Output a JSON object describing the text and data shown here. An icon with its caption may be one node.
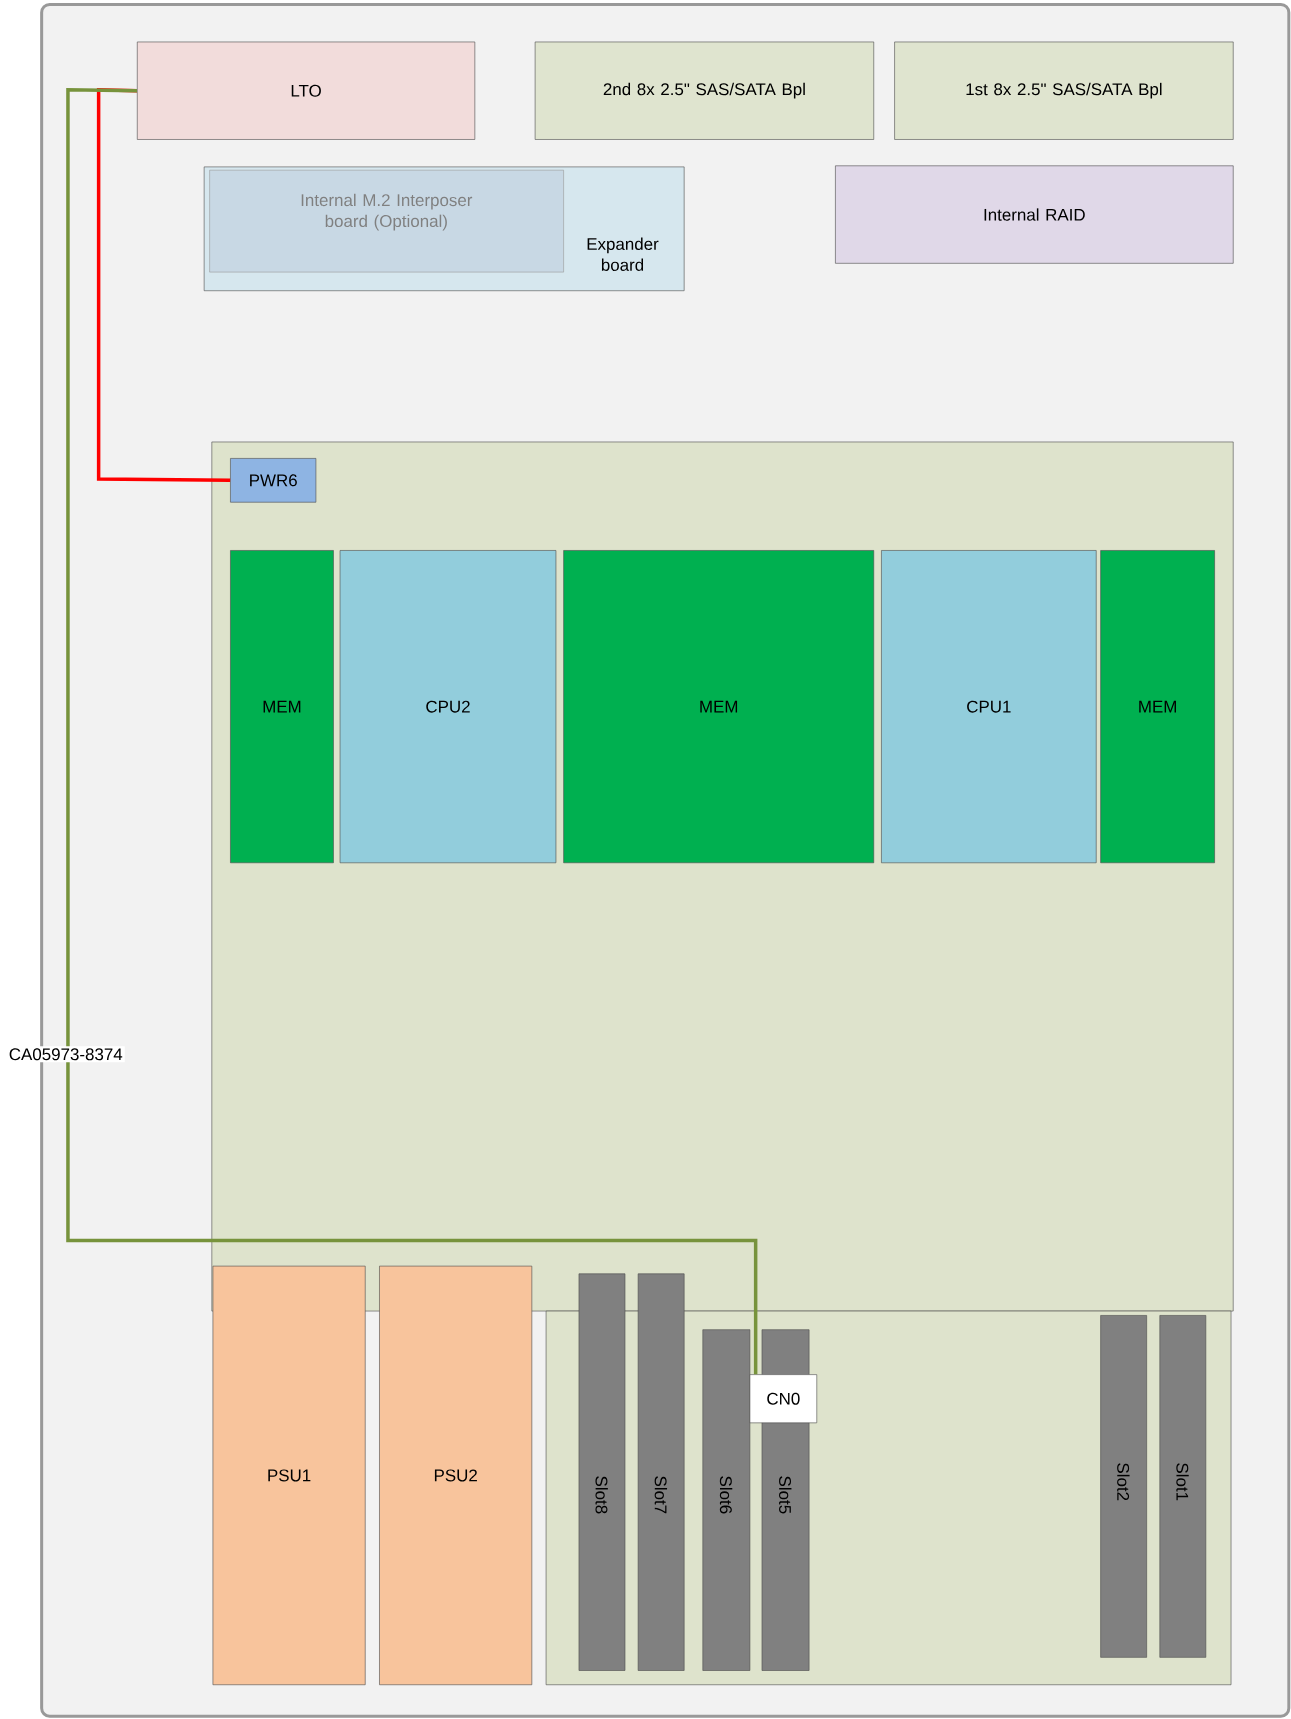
{
  "diagram": {
    "nodes": [
      {
        "text": [
          "LTO"
        ]
      },
      {
        "text": [
          "2nd 8x  2.5\" SAS/SATA Bpl"
        ]
      },
      {
        "text": [
          "1st 8x  2.5\" SAS/SATA Bpl"
        ]
      },
      {
        "text": [
          "Expander board"
        ]
      },
      {
        "text": [
          "Internal M.2 Interposer board (Optional)"
        ],
        "in": 3
      },
      {
        "text": [
          "Internal RAID"
        ]
      },
      {
        "text": [],
        "shape": "box"
      },
      {
        "text": [
          "PWR6"
        ],
        "in": 6
      },
      {
        "text": [
          "MEM"
        ],
        "in": 6
      },
      {
        "text": [
          "CPU2"
        ],
        "in": 6
      },
      {
        "text": [
          "MEM"
        ],
        "in": 6
      },
      {
        "text": [
          "CPU1"
        ],
        "in": 6
      },
      {
        "text": [
          "MEM"
        ],
        "in": 6
      },
      {
        "text": [
          "PSU1"
        ]
      },
      {
        "text": [
          "PSU2"
        ]
      },
      {
        "text": [],
        "shape": "box"
      },
      {
        "text": [
          "Slot8"
        ]
      },
      {
        "text": [
          "Slot7"
        ]
      },
      {
        "text": [
          "Slot6"
        ],
        "in": 15
      },
      {
        "text": [
          "Slot5"
        ],
        "in": 15
      },
      {
        "text": [
          "CN0"
        ],
        "in": 15
      },
      {
        "text": [
          "Slot2"
        ],
        "in": 15
      },
      {
        "text": [
          "Slot1"
        ],
        "in": 15
      }
    ],
    "edges": [
      {
        "from": 0,
        "to": 7,
        "arrow": "none",
        "color": "#ff0000"
      },
      {
        "from": 0,
        "to": 20,
        "arrow": "none",
        "color": "#77933c",
        "label": "CA05973-8374"
      }
    ]
  }
}
